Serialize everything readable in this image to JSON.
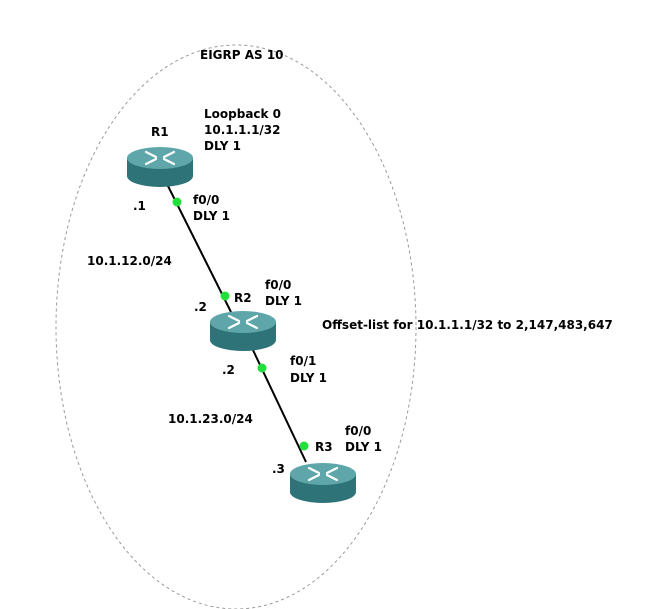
{
  "diagram": {
    "title": "EIGRP AS 10",
    "colors": {
      "background": "#ffffff",
      "boundary": "#9a9a9a",
      "link": "#000000",
      "interface_dot": "#22e03a",
      "router_top": "#5fa6ab",
      "router_side": "#2e7378",
      "router_arrows": "#ffffff"
    },
    "routers": [
      {
        "name": "R1",
        "icon": "router-icon",
        "lines": [
          "Loopback 0",
          "10.1.1.1/32",
          "DLY 1"
        ]
      },
      {
        "name": "R2",
        "icon": "router-icon"
      },
      {
        "name": "R3",
        "icon": "router-icon"
      }
    ],
    "links": [
      {
        "network": "10.1.12.0/24",
        "a_end": {
          "host": ".1",
          "interface": "f0/0",
          "delay": "DLY 1"
        },
        "b_end": {
          "host": ".2",
          "interface": "f0/0",
          "delay": "DLY 1"
        }
      },
      {
        "network": "10.1.23.0/24",
        "a_end": {
          "host": ".2",
          "interface": "f0/1",
          "delay": "DLY 1"
        },
        "b_end": {
          "host": ".3",
          "interface": "f0/0",
          "delay": "DLY 1"
        }
      }
    ],
    "annotation": "Offset-list for 10.1.1.1/32 to 2,147,483,647"
  }
}
